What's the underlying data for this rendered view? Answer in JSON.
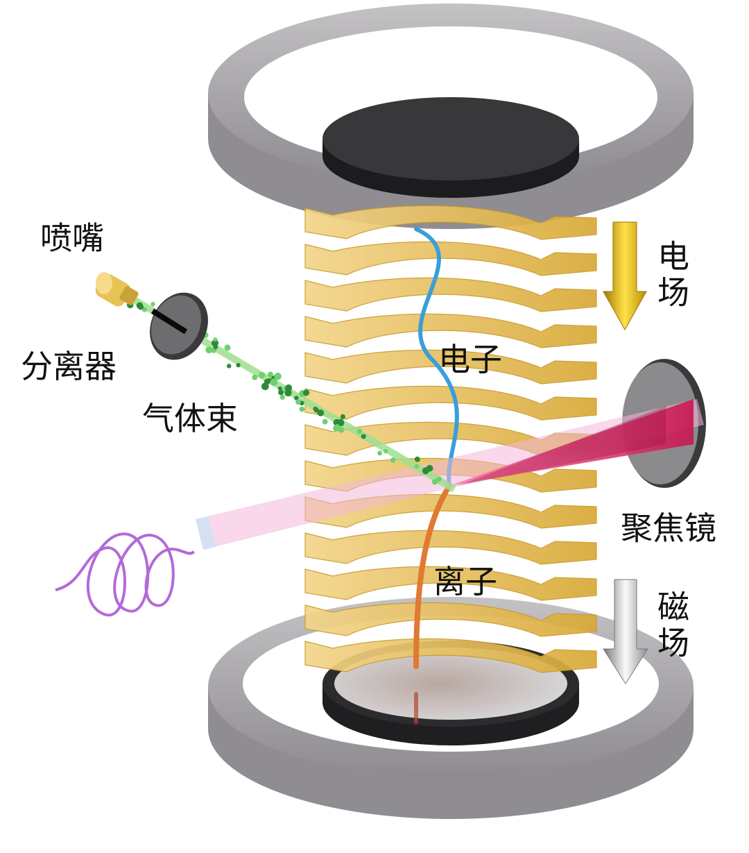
{
  "labels": {
    "nozzle": "喷嘴",
    "skimmer": "分离器",
    "gas_beam": "气体束",
    "electron": "电子",
    "ion": "离子",
    "focusing_mirror": "聚焦镜",
    "electric_field": "电场",
    "magnetic_field": "磁场"
  },
  "colors": {
    "ring": "#a7a5a8",
    "ring_dark": "#7e7c80",
    "detector": "#2b2b2d",
    "plate": "#e9c25a",
    "plate_edge": "#c79a2a",
    "electron_path": "#3a9fd8",
    "ion_path": "#e07a32",
    "laser": "#d6246a",
    "tube": "#e7a8cf",
    "gas": "#5fbf5f",
    "wave": "#b36ad8",
    "arrow_e": "#e8b800",
    "arrow_b": "#b9b9b9"
  }
}
